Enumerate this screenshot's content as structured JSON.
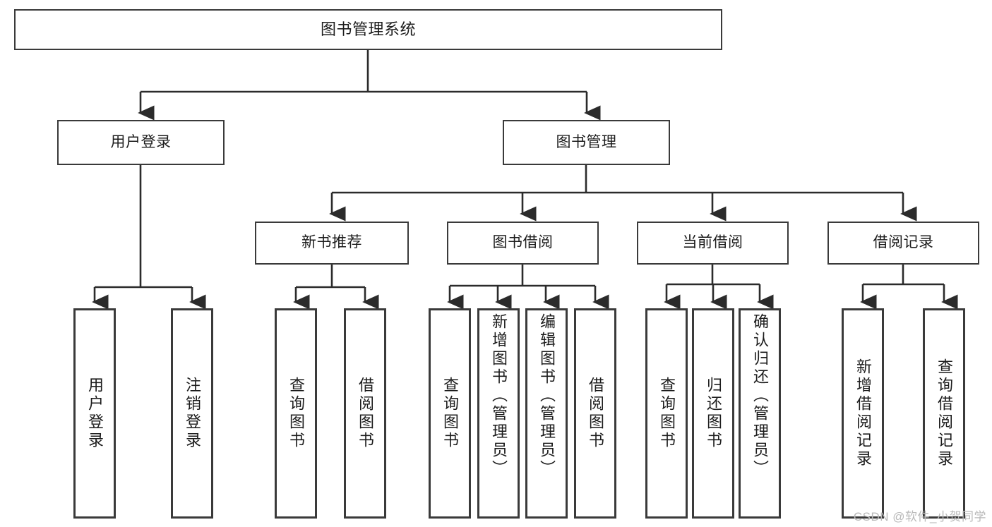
{
  "diagram": {
    "type": "tree-hierarchy-chart",
    "title": "图书管理系统",
    "watermark": "CSDN @软件_小贺同学",
    "colors": {
      "box_border": "#3a3a3a",
      "box_fill": "#ffffff",
      "connector": "#2b2b2b",
      "text": "#1c1c1c",
      "watermark": "#b9b9b9"
    },
    "nodes": {
      "root": {
        "label": "图书管理系统"
      },
      "level2": [
        {
          "id": "user-login",
          "label": "用户登录"
        },
        {
          "id": "book-management",
          "label": "图书管理"
        }
      ],
      "level3": [
        {
          "id": "new-book-recommend",
          "label": "新书推荐"
        },
        {
          "id": "book-borrow",
          "label": "图书借阅"
        },
        {
          "id": "current-borrow",
          "label": "当前借阅"
        },
        {
          "id": "borrow-record",
          "label": "借阅记录"
        }
      ],
      "leaves": {
        "user_login": [
          {
            "id": "leaf-user-login",
            "label": "用户登录"
          },
          {
            "id": "leaf-logout-login",
            "label": "注销登录"
          }
        ],
        "new_book_recommend": [
          {
            "id": "leaf-query-book-1",
            "label": "查询图书"
          },
          {
            "id": "leaf-borrow-book-1",
            "label": "借阅图书"
          }
        ],
        "book_borrow": [
          {
            "id": "leaf-query-book-2",
            "label": "查询图书"
          },
          {
            "id": "leaf-add-book-admin",
            "label": "新增图书（管理员）"
          },
          {
            "id": "leaf-edit-book-admin",
            "label": "编辑图书（管理员）"
          },
          {
            "id": "leaf-borrow-book-2",
            "label": "借阅图书"
          }
        ],
        "current_borrow": [
          {
            "id": "leaf-query-book-3",
            "label": "查询图书"
          },
          {
            "id": "leaf-return-book",
            "label": "归还图书"
          },
          {
            "id": "leaf-confirm-return-admin",
            "label": "确认归还（管理员）"
          }
        ],
        "borrow_record": [
          {
            "id": "leaf-add-borrow-record",
            "label": "新增借阅记录"
          },
          {
            "id": "leaf-query-borrow-record",
            "label": "查询借阅记录"
          }
        ]
      }
    }
  }
}
